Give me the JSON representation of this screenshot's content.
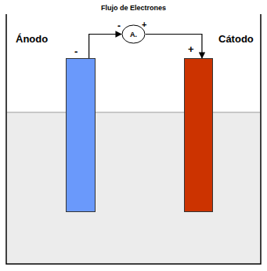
{
  "diagram": {
    "title": "Flujo de Electrones",
    "nodes": [
      {
        "text": [
          "-"
        ]
      },
      {
        "text": [
          "A."
        ]
      },
      {
        "text": [
          "+"
        ]
      }
    ],
    "edges": [
      {
        "from": 0,
        "to": 1,
        "arrow": "to"
      },
      {
        "from": 1,
        "to": 2,
        "arrow": "to"
      }
    ],
    "labels": [
      "Ánodo",
      "Cátodo",
      "-",
      "+"
    ]
  }
}
